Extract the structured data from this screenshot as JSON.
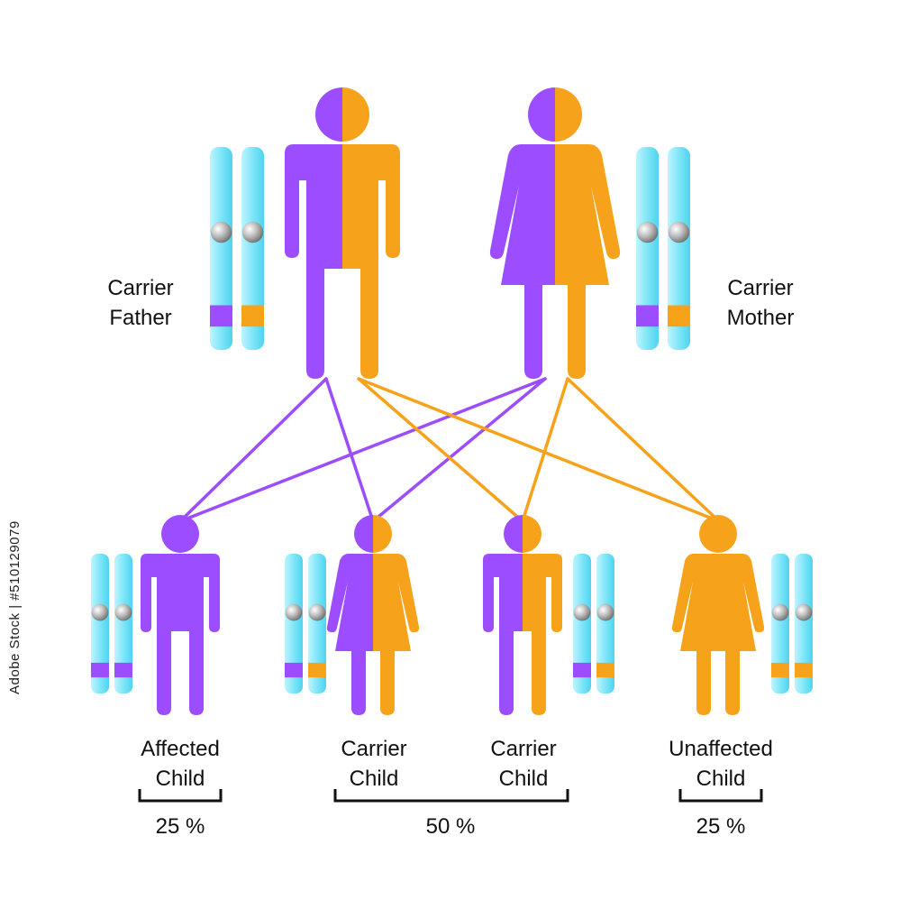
{
  "colors": {
    "affected_allele": "#9b4dff",
    "normal_allele": "#f7a21b",
    "chromosome": "#7fe6f8",
    "centromere": "#9a9a9a",
    "bracket": "#111111",
    "background": "#ffffff"
  },
  "parents": {
    "father": {
      "label_line1": "Carrier",
      "label_line2": "Father"
    },
    "mother": {
      "label_line1": "Carrier",
      "label_line2": "Mother"
    }
  },
  "children": [
    {
      "label_line1": "Affected",
      "label_line2": "Child",
      "genotype": "affected"
    },
    {
      "label_line1": "Carrier",
      "label_line2": "Child",
      "genotype": "carrier"
    },
    {
      "label_line1": "Carrier",
      "label_line2": "Child",
      "genotype": "carrier"
    },
    {
      "label_line1": "Unaffected",
      "label_line2": "Child",
      "genotype": "unaffected"
    }
  ],
  "probabilities": {
    "affected": "25 %",
    "carrier": "50 %",
    "unaffected": "25 %"
  },
  "watermark": {
    "text": "Adobe Stock | #510129079",
    "id": "#510129079"
  }
}
